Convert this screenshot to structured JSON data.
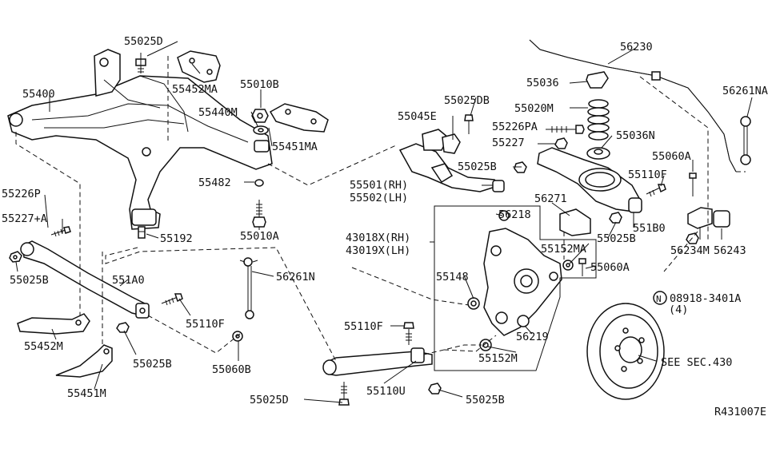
{
  "diagram": {
    "ref_code": "R431007E",
    "callouts": {
      "p55025D_top": "55025D",
      "p55452MA": "55452MA",
      "p55400": "55400",
      "p55010B": "55010B",
      "p55440M": "55440M",
      "p55451MA": "55451MA",
      "p55482": "55482",
      "p55192": "55192",
      "p55010A": "55010A",
      "p55226P": "55226P",
      "p55227A": "55227+A",
      "p55025B_left": "55025B",
      "p551A0": "551A0",
      "p55110F_left": "55110F",
      "p56261N": "56261N",
      "p55452M": "55452M",
      "p55025B_lower": "55025B",
      "p55060B": "55060B",
      "p55451M": "55451M",
      "p55045E": "55045E",
      "p55025DB": "55025DB",
      "p55025B_mid": "55025B",
      "p55501": "55501(RH)",
      "p55502": "55502(LH)",
      "p56218": "56218",
      "p43018X": "43018X(RH)",
      "p43019X": "43019X(LH)",
      "p55148": "55148",
      "p55110F_mid": "55110F",
      "p55110U": "55110U",
      "p55025D_bottom": "55025D",
      "p55025B_bottom": "55025B",
      "p56219": "56219",
      "p55152M": "55152M",
      "p55152MA": "55152MA",
      "p55060A_mid": "55060A",
      "p56271": "56271",
      "p55025B_right": "55025B",
      "p56230": "56230",
      "p55036": "55036",
      "p55020M": "55020M",
      "p55226PA": "55226PA",
      "p55227": "55227",
      "p55036N": "55036N",
      "p55060A_right": "55060A",
      "p55110F_right": "55110F",
      "p551B0": "551B0",
      "p56261NA": "56261NA",
      "p56243": "56243",
      "p56234M": "56234M",
      "p08918_circle": "N",
      "p08918": "08918-3401A",
      "p08918_qty": "(4)",
      "see_sec": "SEE SEC.430"
    }
  }
}
